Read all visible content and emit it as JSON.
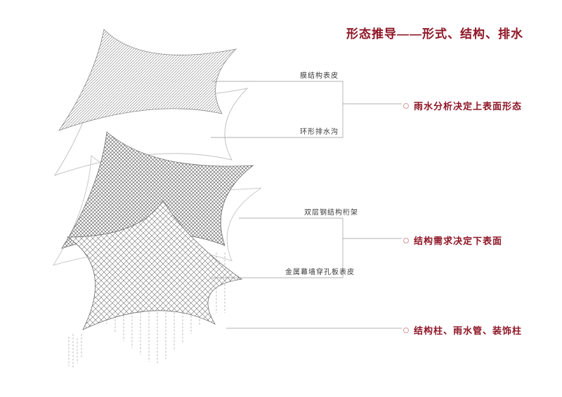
{
  "title": "形态推导——形式、结构、排水",
  "labels": {
    "membrane": "膜结构表皮",
    "ring_drain": "环形排水沟",
    "truss": "双层钢结构桁架",
    "perforated": "金属幕墙穿孔板表皮"
  },
  "annotations": {
    "rain": "雨水分析决定上表面形态",
    "structure": "结构需求决定下表面",
    "columns": "结构柱、雨水管、装饰柱"
  },
  "colors": {
    "accent": "#8e1626",
    "bullet_ring": "#d49a9a",
    "leader_line": "#999999",
    "label_text": "#3a3a3a"
  },
  "icons": {
    "bullets": "open-circle-bullet"
  }
}
